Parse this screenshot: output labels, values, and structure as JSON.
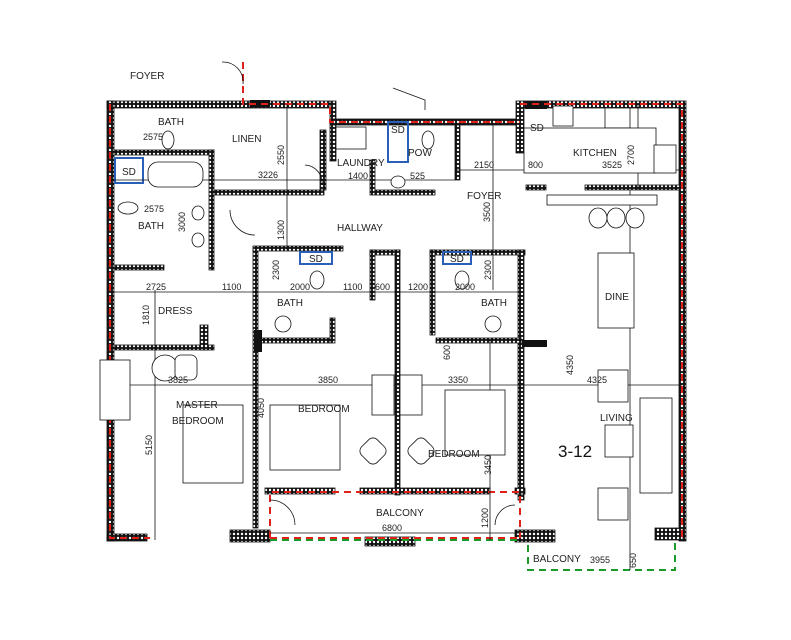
{
  "unit_label": "3-12",
  "rooms": {
    "foyer_outside": "FOYER",
    "bath_1": "BATH",
    "linen": "LINEN",
    "laundry": "LAUNDRY",
    "pow": "POW",
    "kitchen": "KITCHEN",
    "bath_2": "BATH",
    "hallway": "HALLWAY",
    "foyer": "FOYER",
    "bath_3": "BATH",
    "bath_4": "BATH",
    "dine": "DINE",
    "dress": "DRESS",
    "master_1": "MASTER",
    "master_2": "BEDROOM",
    "bedroom_2": "BEDROOM",
    "bedroom_3": "BEDROOM",
    "living": "LIVING",
    "balcony_1": "BALCONY",
    "balcony_2": "BALCONY"
  },
  "fixtures": {
    "sd_1": "SD",
    "sd_2": "SD",
    "sd_3": "SD",
    "sd_4": "SD",
    "sd_5": "SD"
  },
  "dimensions": {
    "d2575a": "2575",
    "d2550": "2550",
    "d3226": "3226",
    "d1400": "1400",
    "d525": "525",
    "d2150": "2150",
    "d800": "800",
    "d3525": "3525",
    "d2700": "2700",
    "d3000": "3000",
    "d2575b": "2575",
    "d1300": "1300",
    "d3500": "3500",
    "d2725": "2725",
    "d1100a": "1100",
    "d2000a": "2000",
    "d1100b": "1100",
    "d600a": "600",
    "d1200a": "1200",
    "d2000b": "2000",
    "d2300a": "2300",
    "d2300b": "2300",
    "d1810": "1810",
    "d3825": "3825",
    "d3850": "3850",
    "d3350": "3350",
    "d4325": "4325",
    "d600b": "600",
    "d4350": "4350",
    "d4050": "4050",
    "d3450": "3450",
    "d5150": "5150",
    "d6800": "6800",
    "d1200b": "1200",
    "d3955": "3955",
    "d650": "650"
  }
}
